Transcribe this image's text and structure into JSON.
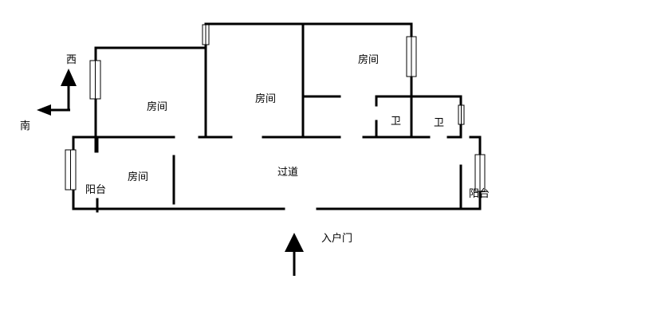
{
  "compass": {
    "north_label": "西",
    "east_label": "南"
  },
  "rooms": {
    "room_nw": "房间",
    "room_center": "房间",
    "room_ne": "房间",
    "room_sw": "房间",
    "corridor": "过道",
    "bath_left": "卫",
    "bath_right": "卫",
    "balcony_west": "阳台",
    "balcony_east": "阳台"
  },
  "entrance": {
    "label": "入户门"
  }
}
